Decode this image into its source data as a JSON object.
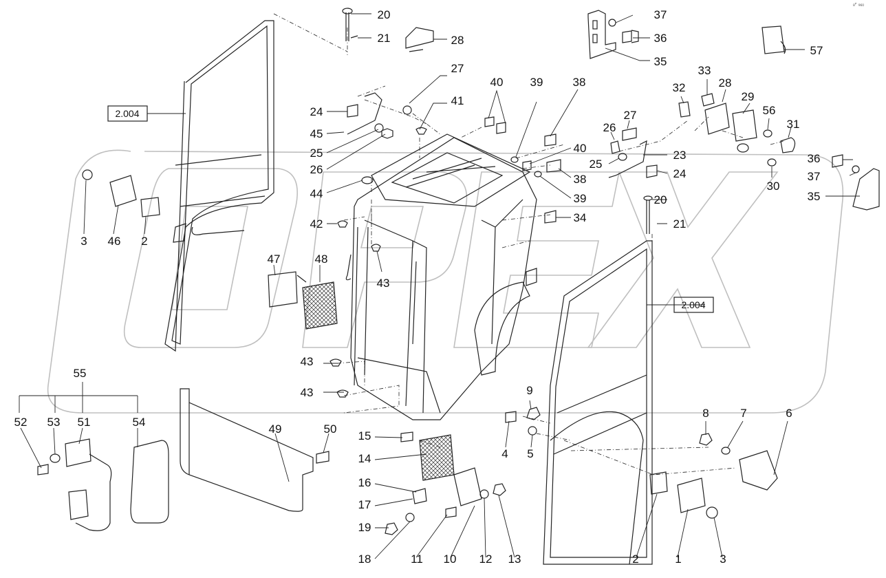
{
  "diagram": {
    "corner_mark": "₈ᴾ ₉₆₀",
    "watermark": "OPEX",
    "ref_boxes": [
      {
        "id": "ref-left",
        "text": "2.004"
      },
      {
        "id": "ref-right",
        "text": "2.004"
      }
    ],
    "callouts": [
      {
        "text": "20"
      },
      {
        "text": "21"
      },
      {
        "text": "28"
      },
      {
        "text": "27"
      },
      {
        "text": "24"
      },
      {
        "text": "45"
      },
      {
        "text": "25"
      },
      {
        "text": "26"
      },
      {
        "text": "41"
      },
      {
        "text": "40"
      },
      {
        "text": "39"
      },
      {
        "text": "38"
      },
      {
        "text": "40"
      },
      {
        "text": "39"
      },
      {
        "text": "38"
      },
      {
        "text": "44"
      },
      {
        "text": "42"
      },
      {
        "text": "43"
      },
      {
        "text": "34"
      },
      {
        "text": "37"
      },
      {
        "text": "36"
      },
      {
        "text": "35"
      },
      {
        "text": "57"
      },
      {
        "text": "32"
      },
      {
        "text": "33"
      },
      {
        "text": "28"
      },
      {
        "text": "29"
      },
      {
        "text": "56"
      },
      {
        "text": "31"
      },
      {
        "text": "27"
      },
      {
        "text": "26"
      },
      {
        "text": "25"
      },
      {
        "text": "23"
      },
      {
        "text": "24"
      },
      {
        "text": "30"
      },
      {
        "text": "36"
      },
      {
        "text": "37"
      },
      {
        "text": "35"
      },
      {
        "text": "20"
      },
      {
        "text": "21"
      },
      {
        "text": "3"
      },
      {
        "text": "46"
      },
      {
        "text": "2"
      },
      {
        "text": "47"
      },
      {
        "text": "48"
      },
      {
        "text": "43"
      },
      {
        "text": "43"
      },
      {
        "text": "55"
      },
      {
        "text": "52"
      },
      {
        "text": "53"
      },
      {
        "text": "51"
      },
      {
        "text": "54"
      },
      {
        "text": "49"
      },
      {
        "text": "50"
      },
      {
        "text": "15"
      },
      {
        "text": "14"
      },
      {
        "text": "16"
      },
      {
        "text": "17"
      },
      {
        "text": "19"
      },
      {
        "text": "18"
      },
      {
        "text": "11"
      },
      {
        "text": "10"
      },
      {
        "text": "12"
      },
      {
        "text": "13"
      },
      {
        "text": "9"
      },
      {
        "text": "4"
      },
      {
        "text": "5"
      },
      {
        "text": "8"
      },
      {
        "text": "7"
      },
      {
        "text": "6"
      },
      {
        "text": "2"
      },
      {
        "text": "1"
      },
      {
        "text": "3"
      }
    ]
  }
}
